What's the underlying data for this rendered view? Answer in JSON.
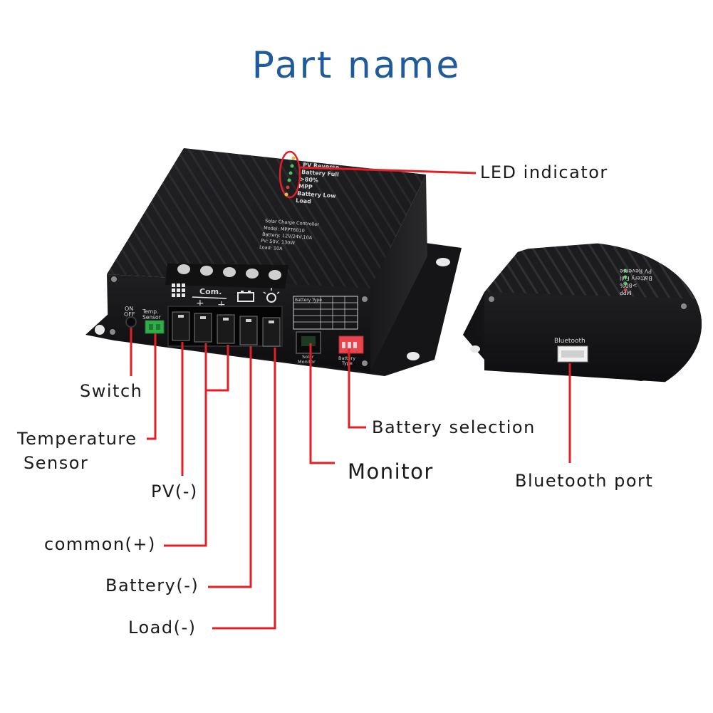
{
  "title": "Part name",
  "labels": {
    "led_indicator": "LED  indicator",
    "switch": "Switch",
    "temperature_sensor_line1": "Temperature",
    "temperature_sensor_line2": "Sensor",
    "pv_minus": "PV(-)",
    "common_plus": "common(+)",
    "battery_minus": "Battery(-)",
    "load_minus": "Load(-)",
    "monitor": "Monitor",
    "battery_selection": "Battery selection",
    "bluetooth_port": "Bluetooth port"
  },
  "device_text": {
    "led_rows": [
      "PV Reverse",
      "Battery Full",
      ">80%",
      "MPP",
      "Battery Low",
      "Load"
    ],
    "spec_rows": [
      "Solar Charge Controller",
      "Model:  MPPT6010",
      "Battery:  12V/24V,10A",
      "PV:  50V, 130W",
      "Load:  10A"
    ],
    "on": "ON",
    "off": "OFF",
    "temp_line1": "Temp.",
    "temp_line2": "Sensor",
    "com": "Com.",
    "plus": "+",
    "battery_type": "Battery Type",
    "battery_type_bottom_1": "Battery",
    "battery_type_bottom_2": "Type",
    "solar_monitor_1": "Solar",
    "solar_monitor_2": "Monitor",
    "bluetooth": "Bluetooth",
    "zoom_led_rows": [
      "PV Reverse",
      "Battery Full",
      ">80%",
      "MPP"
    ]
  },
  "colors": {
    "title": "#1e5a9c",
    "callout": "#e01f26",
    "device_body": "#1b1b1d",
    "terminal_green": "#2fae4a",
    "dip_switch": "#e8454d"
  }
}
